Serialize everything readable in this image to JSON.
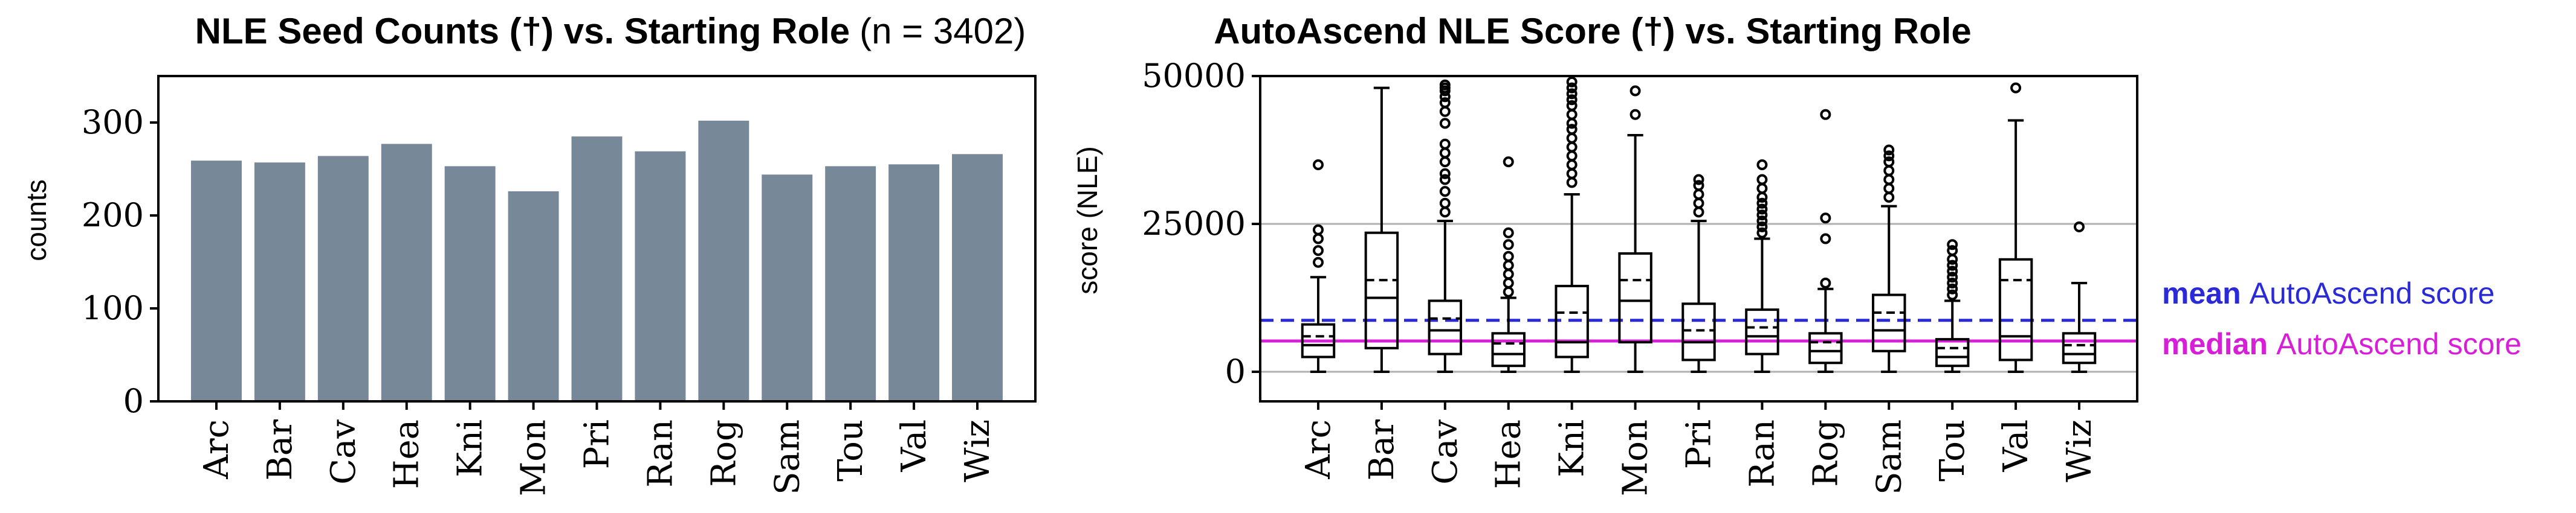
{
  "chart_data": [
    {
      "type": "bar",
      "title": "NLE Seed Counts (†) vs. Starting Role",
      "title_bold": "NLE Seed Counts (†) vs. Starting Role",
      "title_suffix": "(n = 3402)",
      "xlabel": "",
      "ylabel": "counts",
      "categories": [
        "Arc",
        "Bar",
        "Cav",
        "Hea",
        "Kni",
        "Mon",
        "Pri",
        "Ran",
        "Rog",
        "Sam",
        "Tou",
        "Val",
        "Wiz"
      ],
      "values": [
        259,
        257,
        264,
        277,
        253,
        226,
        285,
        269,
        302,
        244,
        253,
        255,
        266
      ],
      "ylim": [
        0,
        350
      ],
      "yticks": [
        "0",
        "100",
        "200",
        "300"
      ],
      "bar_color": "#778899",
      "grid": false
    },
    {
      "type": "box",
      "title": "AutoAscend NLE Score (†) vs. Starting Role",
      "title_bold": "AutoAscend NLE Score (†) vs. Starting Role",
      "xlabel": "",
      "ylabel": "score (NLE)",
      "categories": [
        "Arc",
        "Bar",
        "Cav",
        "Hea",
        "Kni",
        "Mon",
        "Pri",
        "Ran",
        "Rog",
        "Sam",
        "Tou",
        "Val",
        "Wiz"
      ],
      "ylim": [
        -5000,
        50000
      ],
      "yticks": [
        "0",
        "25000",
        "50000"
      ],
      "grid": true,
      "boxes": [
        {
          "whislo": 0,
          "q1": 2500,
          "med": 4500,
          "mean": 6000,
          "q3": 8000,
          "whishi": 16000,
          "fliers": [
            18500,
            20500,
            22500,
            24000,
            35000
          ]
        },
        {
          "whislo": 0,
          "q1": 4000,
          "med": 12500,
          "mean": 15500,
          "q3": 23500,
          "whishi": 48000,
          "fliers": []
        },
        {
          "whislo": 0,
          "q1": 3000,
          "med": 7000,
          "mean": 9000,
          "q3": 12000,
          "whishi": 25500,
          "fliers": [
            27000,
            28500,
            30500,
            32500,
            33500,
            35500,
            37000,
            38500,
            42000,
            44000,
            45500,
            46500,
            47500,
            48000,
            48500
          ]
        },
        {
          "whislo": 0,
          "q1": 1000,
          "med": 3000,
          "mean": 4800,
          "q3": 6500,
          "whishi": 12500,
          "fliers": [
            13500,
            15000,
            16500,
            18000,
            19500,
            21500,
            23500,
            35500
          ]
        },
        {
          "whislo": 0,
          "q1": 2500,
          "med": 5000,
          "mean": 10000,
          "q3": 14500,
          "whishi": 30000,
          "fliers": [
            32000,
            33500,
            35000,
            36500,
            38000,
            39500,
            41000,
            42000,
            43500,
            45000,
            46000,
            47000,
            48000,
            49000
          ]
        },
        {
          "whislo": 0,
          "q1": 5000,
          "med": 12000,
          "mean": 15500,
          "q3": 20000,
          "whishi": 40000,
          "fliers": [
            43500,
            47500
          ]
        },
        {
          "whislo": 0,
          "q1": 2000,
          "med": 5000,
          "mean": 7000,
          "q3": 11500,
          "whishi": 25500,
          "fliers": [
            27000,
            28500,
            30000,
            31500,
            32500
          ]
        },
        {
          "whislo": 0,
          "q1": 3000,
          "med": 6000,
          "mean": 7500,
          "q3": 10500,
          "whishi": 22500,
          "fliers": [
            23500,
            24500,
            25500,
            26500,
            27500,
            28500,
            29500,
            31000,
            32500,
            35000
          ]
        },
        {
          "whislo": 0,
          "q1": 1500,
          "med": 3500,
          "mean": 5000,
          "q3": 6500,
          "whishi": 14000,
          "fliers": [
            15000,
            22500,
            26000,
            43500
          ]
        },
        {
          "whislo": 0,
          "q1": 3500,
          "med": 7000,
          "mean": 10000,
          "q3": 13000,
          "whishi": 28000,
          "fliers": [
            29500,
            31000,
            32500,
            34000,
            35500,
            36500,
            37500
          ]
        },
        {
          "whislo": 0,
          "q1": 1000,
          "med": 2500,
          "mean": 4000,
          "q3": 5500,
          "whishi": 12000,
          "fliers": [
            13000,
            14000,
            15000,
            16000,
            17000,
            18000,
            19000,
            20500,
            21500
          ]
        },
        {
          "whislo": 0,
          "q1": 2000,
          "med": 6000,
          "mean": 15500,
          "q3": 19000,
          "whishi": 42500,
          "fliers": [
            48000
          ]
        },
        {
          "whislo": 0,
          "q1": 1500,
          "med": 3000,
          "mean": 4500,
          "q3": 6500,
          "whishi": 15000,
          "fliers": [
            24500
          ]
        }
      ],
      "reference_lines": [
        {
          "name": "mean AutoAscend score",
          "value": 8700,
          "color": "#2a2ad8",
          "style": "dashed"
        },
        {
          "name": "median AutoAscend score",
          "value": 5200,
          "color": "#d81fd8",
          "style": "solid"
        }
      ],
      "legend": [
        {
          "bold": "mean",
          "rest": "AutoAscend score",
          "color": "#2a2ad8"
        },
        {
          "bold": "median",
          "rest": "AutoAscend score",
          "color": "#d81fd8"
        }
      ],
      "legend_placement": "right"
    }
  ]
}
